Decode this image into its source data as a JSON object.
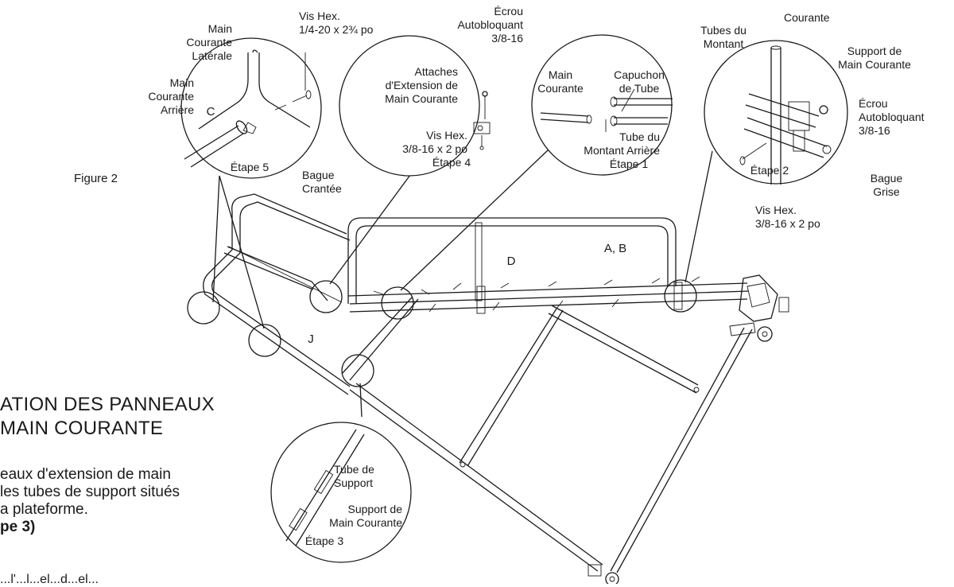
{
  "figure_label": "Figure 2",
  "heading": "ATION DES PANNEAUX\nMAIN COURANTE",
  "body_lines": [
    "eaux d'extension de main",
    " les tubes de support situés",
    "a plateforme.",
    "pe 3)"
  ],
  "body_cut": "...l'...l...el...d...el...",
  "labels": {
    "main_courante_laterale": "Main\nCourante\nLatérale",
    "vis_hex_quarter": "Vis Hex.\n1/4-20 x 2¾ po",
    "main_courante_arriere": "Main\nCourante\nArrière",
    "c": "C",
    "etape_5": "Étape 5",
    "bague_crantee": "Bague\nCrantée",
    "ecrou_top": "Écrou\nAutobloquant\n3/8-16",
    "attaches": "Attaches\nd'Extension de\nMain Courante",
    "vis_hex_38_center": "Vis Hex.\n3/8-16 x 2 po",
    "etape_4": "Étape 4",
    "main_courante_center": "Main\nCourante",
    "capuchon": "Capuchon\nde Tube",
    "tube_montant_arriere": "Tube du\nMontant Arrière",
    "etape_1": "Étape 1",
    "courante": "Courante",
    "tubes_du_montant": "Tubes du\nMontant",
    "support_main_courante": "Support de\nMain Courante",
    "ecrou_right": "Écrou\nAutobloquant\n3/8-16",
    "etape_2": "Étape 2",
    "bague_grise": "Bague\nGrise",
    "vis_hex_38_right": "Vis Hex.\n3/8-16 x 2 po",
    "a_b": "A, B",
    "d": "D",
    "j": "J",
    "tube_de_support": "Tube de\nSupport",
    "support_main_courante_bottom": "Support de\nMain Courante",
    "etape_3": "Étape 3"
  }
}
